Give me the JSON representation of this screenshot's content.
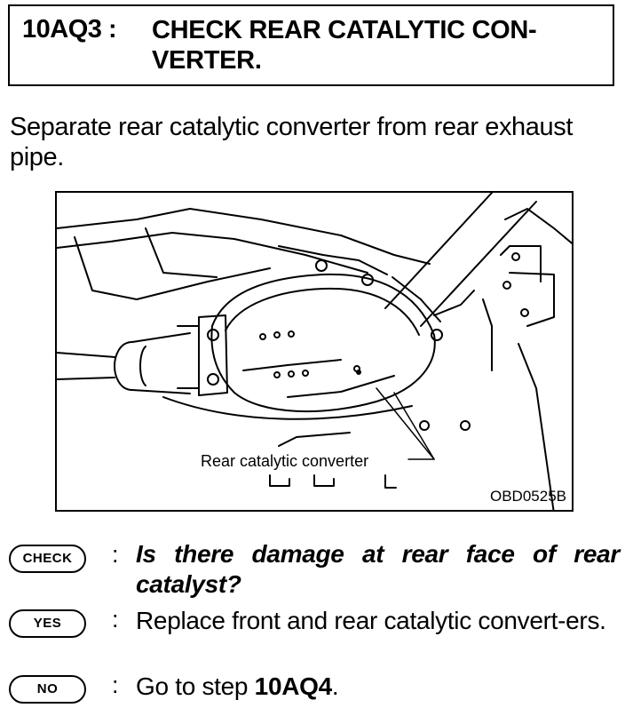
{
  "header": {
    "step_id": "10AQ3 :",
    "title": "CHECK REAR CATALYTIC CON-VERTER."
  },
  "instruction": "Separate rear catalytic converter from rear exhaust pipe.",
  "figure": {
    "callout": "Rear catalytic converter",
    "code": "OBD0525B"
  },
  "check": {
    "badge": "CHECK",
    "colon": ":",
    "text": "Is there damage at rear face of rear catalyst?"
  },
  "yes": {
    "badge": "YES",
    "colon": ":",
    "text": "Replace front and rear catalytic convert-ers."
  },
  "no": {
    "badge": "NO",
    "colon": ":",
    "text_prefix": "Go to step ",
    "step_ref": "10AQ4",
    "text_suffix": "."
  }
}
